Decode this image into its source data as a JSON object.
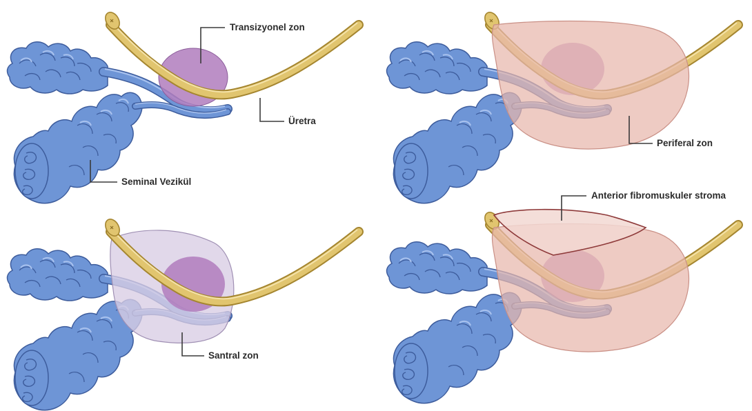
{
  "labels": {
    "transition_zone": "Transizyonel zon",
    "urethra": "Üretra",
    "seminal_vesicle": "Seminal Vezikül",
    "peripheral_zone": "Periferal zon",
    "central_zone": "Santral zon",
    "anterior_stroma": "Anterior fibromuskuler stroma"
  },
  "colors": {
    "vesicle_fill": "#6e95d6",
    "vesicle_stroke": "#3d5c9c",
    "vesicle_highlight": "#a9c2ee",
    "urethra_fill": "#e1c56f",
    "urethra_stroke": "#a58630",
    "transition_zone_fill": "#b07cbd",
    "central_zone_fill": "#d8cde4",
    "peripheral_zone_fill": "#e8b7ac",
    "stroma_fill": "#f2d8d2",
    "leader_line": "#3a3a3a"
  }
}
